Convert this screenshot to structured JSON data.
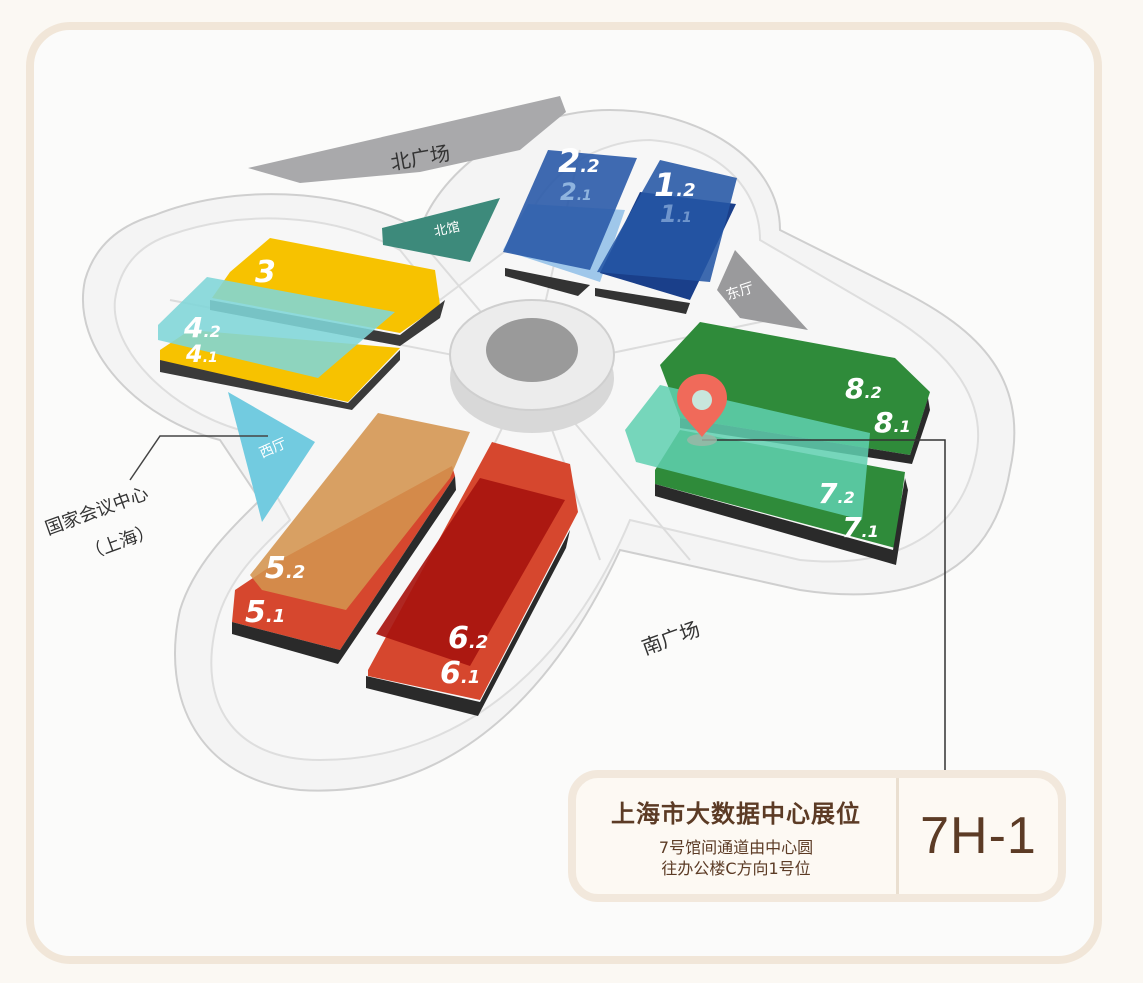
{
  "map": {
    "plazas": {
      "north": "北广场",
      "south": "南广场"
    },
    "halls": {
      "north": "北馆",
      "east": "东厅",
      "west": "西厅"
    },
    "convention_center": {
      "line1": "国家会议中心",
      "line2": "（上海）"
    },
    "pavilions": [
      {
        "main": "1",
        "sub": ".2"
      },
      {
        "main": "1",
        "sub": ".1"
      },
      {
        "main": "2",
        "sub": ".2"
      },
      {
        "main": "2",
        "sub": ".1"
      },
      {
        "main": "3",
        "sub": ""
      },
      {
        "main": "4",
        "sub": ".2"
      },
      {
        "main": "4",
        "sub": ".1"
      },
      {
        "main": "5",
        "sub": ".2"
      },
      {
        "main": "5",
        "sub": ".1"
      },
      {
        "main": "6",
        "sub": ".2"
      },
      {
        "main": "6",
        "sub": ".1"
      },
      {
        "main": "7",
        "sub": ".2"
      },
      {
        "main": "7",
        "sub": ".1"
      },
      {
        "main": "8",
        "sub": ".2"
      },
      {
        "main": "8",
        "sub": ".1"
      }
    ],
    "marker_icon": "map-pin-icon",
    "colors": {
      "hall_1_2": "#1f4c99",
      "hall_3_4": "#f7c200",
      "hall_4_overlay": "#7fd6d8",
      "hall_5": "#d6472e",
      "hall_5_2": "#d4944f",
      "hall_6": "#c0281d",
      "hall_7_8": "#2f8b3a",
      "hall_7_overlay": "#5fd0b0",
      "marker": "#f06a5a",
      "north_hall": "#3d8a7b",
      "west_hall": "#72cbe0",
      "plaza": "#a9a9ab"
    }
  },
  "info_card": {
    "title": "上海市大数据中心展位",
    "desc_line1": "7号馆间通道由中心圆",
    "desc_line2": "往办公楼C方向1号位",
    "booth": "7H-1"
  }
}
